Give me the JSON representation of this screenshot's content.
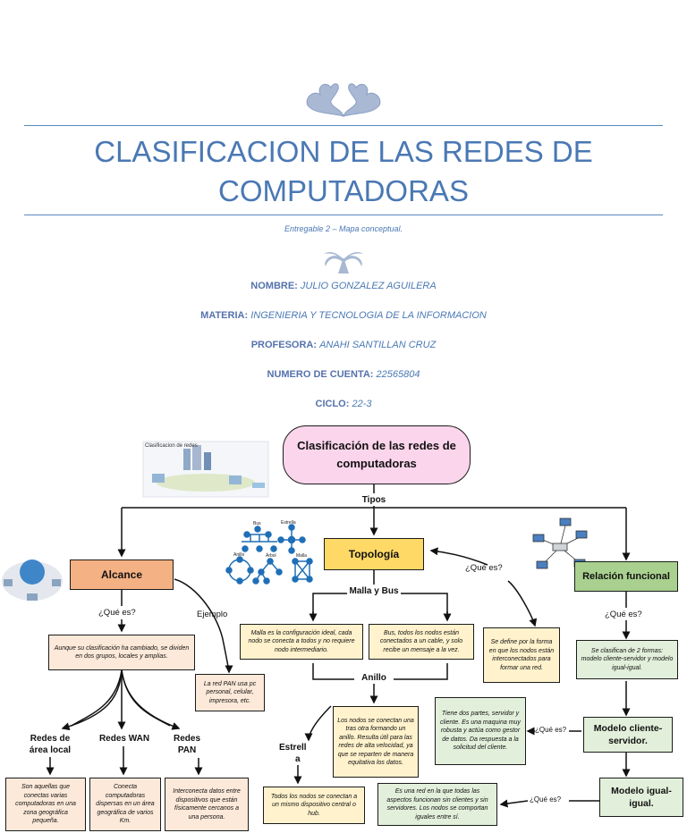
{
  "cover": {
    "title_line1": "CLASIFICACION DE LAS REDES DE",
    "title_line2": "COMPUTADORAS",
    "subtitle": "Entregable 2 – Mapa conceptual.",
    "nombre_label": "NOMBRE:",
    "nombre_value": "JULIO GONZALEZ AGUILERA",
    "materia_label": "MATERIA:",
    "materia_value": "INGENIERIA Y TECNOLOGIA DE LA INFORMACION",
    "profesora_label": "PROFESORA:",
    "profesora_value": "ANAHI SANTILLAN CRUZ",
    "cuenta_label": "NUMERO DE CUENTA:",
    "cuenta_value": "22565804",
    "ciclo_label": "CICLO:",
    "ciclo_value": "22-3"
  },
  "colors": {
    "accent_blue": "#4a78b4",
    "pink": "#fbd5ec",
    "orange": "#f4b183",
    "yellow": "#ffd966",
    "green": "#a9d08e",
    "cream": "#fff2cc",
    "light_green": "#e2efda",
    "light_pink": "#fde9d9"
  },
  "map": {
    "root": "Clasificación de las redes de computadoras",
    "tipos": "Tipos",
    "alcance": "Alcance",
    "topologia": "Topología",
    "relacion": "Relación funcional",
    "que_es": "¿Qué es?",
    "ejemplo": "Ejemplo",
    "alcance_def": "Aunque su clasificación ha cambiado, se dividen en dos grupos, locales y amplias.",
    "pan_example": "La red PAN usa pc personal, celular, impresora, etc.",
    "redes_area_local": "Redes de área local",
    "redes_wan": "Redes WAN",
    "redes_pan": "Redes PAN",
    "lan_def": "Son aquellas que conectas varias computadoras en una zona geográfica pequeña.",
    "wan_def": "Conecta computadoras dispersas en un área geográfica de varios Km.",
    "pan_def": "Interconecta datos entre dispositivos que están físicamente cercanos a una persona.",
    "topologia_def": "Se define por la forma en que los nodos están interconectados para formar una red.",
    "malla_bus": "Malla y Bus",
    "malla_def": "Malla es la configuración ideal, cada nodo se conecta a todos y no requiere nodo intermediario.",
    "bus_def": "Bus, todos los nodos están conectados a un cable, y solo recibe un mensaje a la vez.",
    "anillo": "Anillo",
    "anillo_def": "Los nodos se conectan una tras otra formando un anillo. Resulta útil para las redes de alta velocidad, ya que se reparten de manera equitativa los datos.",
    "estrella_l1": "Estrell",
    "estrella_l2": "a",
    "estrella_def": "Todos los nodos se conectan a un mismo dispositivo central o hub.",
    "relacion_def": "Se clasifican de 2 formas: modelo cliente-servidor y modelo igual-igual.",
    "cliente_servidor": "Modelo cliente-servidor.",
    "cliente_servidor_def": "Tiene dos partes, servidor y cliente. Es una maquina muy robusta y actúa como gestor de datos. Da respuesta a la solicitud del cliente.",
    "igual_igual": "Modelo igual-igual.",
    "igual_igual_def": "Es una red en la que todas las aspectos funcionan sin clientes y sin servidores. Los nodos se comportan iguales entre sí.",
    "img_caption": "Clasificacion de redes",
    "topo_bus": "Bus",
    "topo_estrella": "Estrella",
    "topo_anillo": "Anillo",
    "topo_arbol": "Árbol",
    "topo_malla": "Malla"
  }
}
